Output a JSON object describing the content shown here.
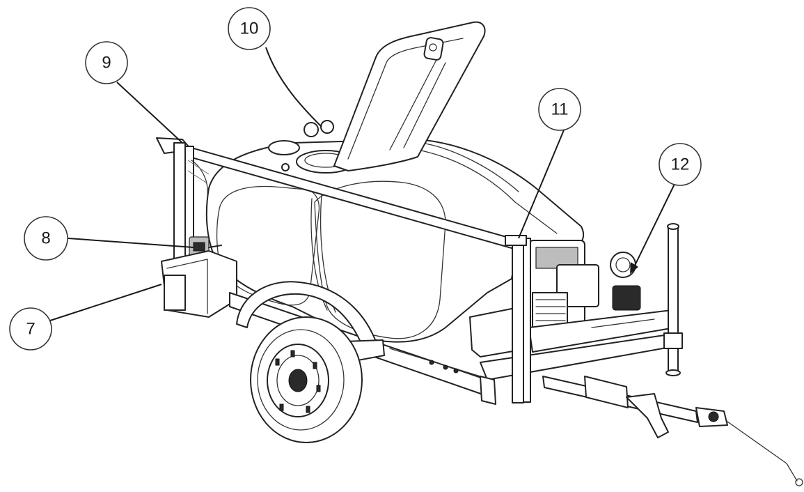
{
  "callouts": [
    {
      "id": "7",
      "label": "7"
    },
    {
      "id": "8",
      "label": "8"
    },
    {
      "id": "9",
      "label": "9"
    },
    {
      "id": "10",
      "label": "10"
    },
    {
      "id": "11",
      "label": "11"
    },
    {
      "id": "12",
      "label": "12"
    }
  ]
}
